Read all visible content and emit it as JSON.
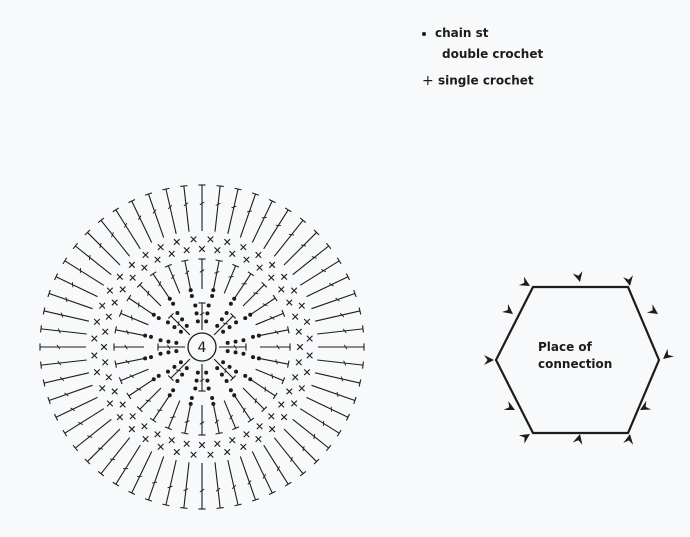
{
  "legend": {
    "chain_st": "chain st",
    "double_crochet": "double crochet",
    "single_crochet": "single crochet"
  },
  "motif": {
    "center_label": "4"
  },
  "hexagon": {
    "label_line1": "Place of",
    "label_line2": "connection"
  },
  "colors": {
    "ink": "#1c1c1c",
    "background": "#f8f9fa"
  }
}
